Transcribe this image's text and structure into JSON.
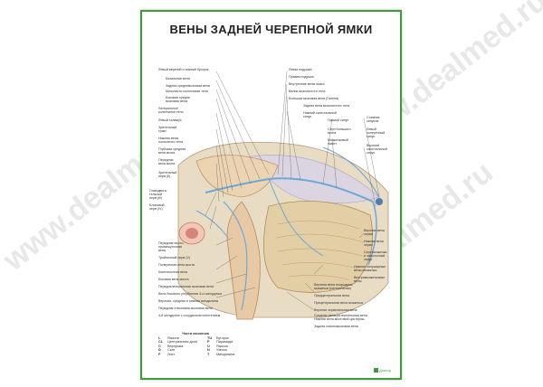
{
  "poster": {
    "title": "ВЕНЫ ЗАДНЕЙ ЧЕРЕПНОЙ ЯМКИ",
    "left_labels": [
      "Левый верхний и нижний бугорок",
      "Базальная вена",
      "Задняя среднемозговая вена",
      "Мозолисто-колончатая тела",
      "Боковая средне-",
      "мозговая вена",
      "Латеральное",
      "коленчатое тело",
      "Левый таламус",
      "Зрительный",
      "тракт",
      "Нижняя вены",
      "полосатого тела",
      "Глубокая средняя",
      "вена мозга",
      "Передняя",
      "вена мозга",
      "Зрительный",
      "нерв (II)",
      "Глазодвига-",
      "тельный",
      "нерв (III)",
      "Блоковый",
      "нерв (IV)",
      "Передняя мосто-",
      "промежуточная",
      "вена",
      "Тройничный нерв (V)",
      "Поперечная вена моста",
      "Конечностная вена",
      "Боковая вена моста",
      "Переднелатеральная мозговая вена",
      "Вена бокового углубления 4-го желудочка",
      "Верхняя, средняя и нижняя миндалины",
      "Передняя стволовая мозговая вена",
      "4-й желудочек с сосудистым сплетением"
    ],
    "right_top_labels": [
      "Левая подушка",
      "Правая подушка",
      "Внутренние вены мозга",
      "Валик мозолистого тела",
      "Большая мозговая вена (Галена)",
      "Задняя вена мозолистого тела",
      "Нижний сагиттальный",
      "синус"
    ],
    "right_mid_labels": [
      "Прямой синус",
      "Серп большого",
      "мозга",
      "Мозжечковый",
      "намет"
    ],
    "right_far_labels": [
      "Слияние",
      "синусов",
      "Левый",
      "поперечный",
      "синус",
      "Верхний",
      "сагиттальный",
      "синус"
    ],
    "right_lower_labels": [
      "Верхняя вена",
      "червя",
      "Нижняя вена",
      "червя",
      "Серп мозжечка",
      "и затылочный",
      "синус",
      "Нижние полушарные",
      "вены мозжечка",
      "Внутримозжечковые",
      "вены",
      "Верхняя вена полушария",
      "мозжечка (латеральная)",
      "Предцентральная вена",
      "Прецентральная вена мозжечка",
      "Верхняя червенальная вена",
      "Средняя (межцистернальная) вена",
      "Нижняя вена мостовой цистерны",
      "Задняя спинномозговая вена"
    ],
    "legend": {
      "title": "Части мозжечка",
      "rows": [
        [
          "L",
          "Язычок",
          "TU",
          "Бугорок"
        ],
        [
          "CL",
          "Центральная доля",
          "P",
          "Пирамида"
        ],
        [
          "C",
          "Верхушка",
          "U",
          "Язычок"
        ],
        [
          "D",
          "Скат",
          "N",
          "Узелок"
        ],
        [
          "F",
          "Лист",
          "T",
          "Миндалина"
        ]
      ]
    },
    "logo_text": "Доктор"
  },
  "watermark": {
    "text": "www.dealmed.ru"
  },
  "colors": {
    "border": "#3e9a3a",
    "brain": "#e8c9a5",
    "vein": "#6fa8d6",
    "cerebellum": "#e3cfa6"
  }
}
